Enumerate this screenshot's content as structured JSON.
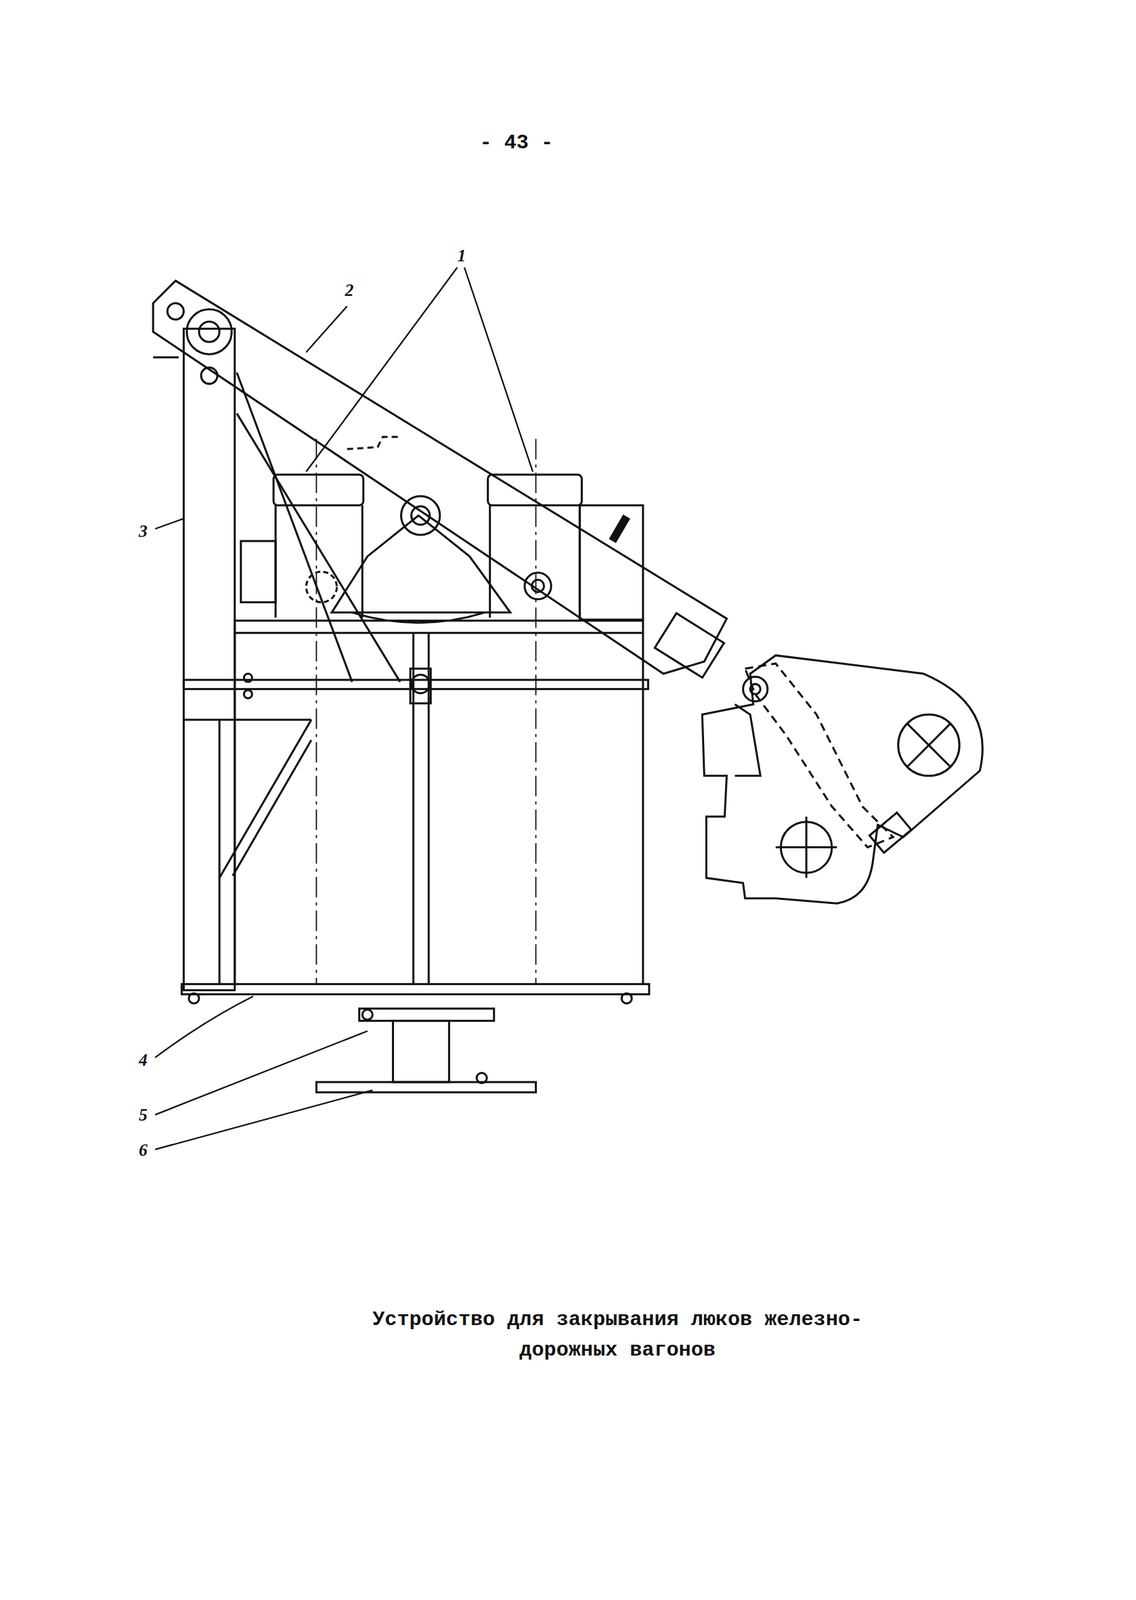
{
  "diagram": {
    "caption": "Устройство для закрывания люков железно- дорожных вагонов",
    "labels": [
      "- 43 -",
      "1",
      "2",
      "3",
      "4",
      "5",
      "6"
    ]
  }
}
